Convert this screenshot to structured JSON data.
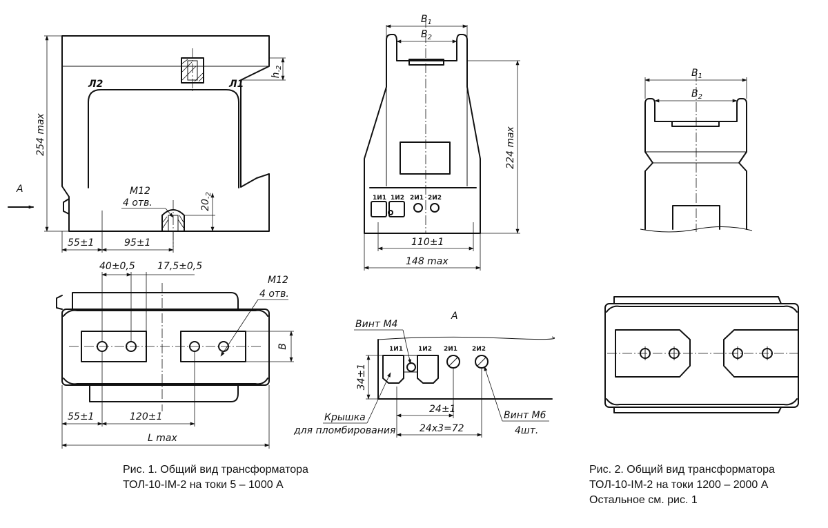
{
  "figure1": {
    "front": {
      "terminals": [
        "Л2",
        "Л1"
      ],
      "dim_height": "254 max",
      "dim_h": "h",
      "dim_h_sub": "-2",
      "dim_20": "20",
      "dim_20_sub": "-2",
      "thread_label": "M12",
      "thread_count": "4 отв.",
      "dim_left": "55±1",
      "dim_mid": "95±1",
      "view_arrow": "A"
    },
    "top": {
      "dim_40": "40±0,5",
      "dim_17": "17,5±0,5",
      "thread_label": "M12",
      "thread_count": "4 отв.",
      "dim_B": "B",
      "dim_left": "55±1",
      "dim_mid": "120±1",
      "dim_L": "L max"
    }
  },
  "side": {
    "dim_B1": "B",
    "dim_B1_sub": "1",
    "dim_B2": "B",
    "dim_B2_sub": "2",
    "dim_height": "224 max",
    "dim_110": "110±1",
    "dim_148": "148 max",
    "terminals": [
      "1И1",
      "1И2",
      "2И1",
      "2И2"
    ]
  },
  "viewA": {
    "title": "A",
    "screw_m4": "Винт М4",
    "terminals": [
      "1И1",
      "1И2",
      "2И1",
      "2И2"
    ],
    "dim_34": "34±1",
    "dim_24": "24±1",
    "dim_72": "24x3=72",
    "cover_line1": "Крышка",
    "cover_line2": "для пломбирования",
    "screw_m6": "Винт М6",
    "screw_m6_count": "4шт."
  },
  "figure2": {
    "dim_B1": "B",
    "dim_B1_sub": "1",
    "dim_B2": "B",
    "dim_B2_sub": "2"
  },
  "captions": {
    "fig1_line1": "Рис. 1. Общий вид трансформатора",
    "fig1_line2": "ТОЛ-10-IM-2 на токи 5 – 1000 А",
    "fig2_line1": "Рис. 2. Общий вид трансформатора",
    "fig2_line2": "ТОЛ-10-IM-2 на токи 1200 – 2000 А",
    "fig2_line3": "Остальное см. рис. 1"
  }
}
